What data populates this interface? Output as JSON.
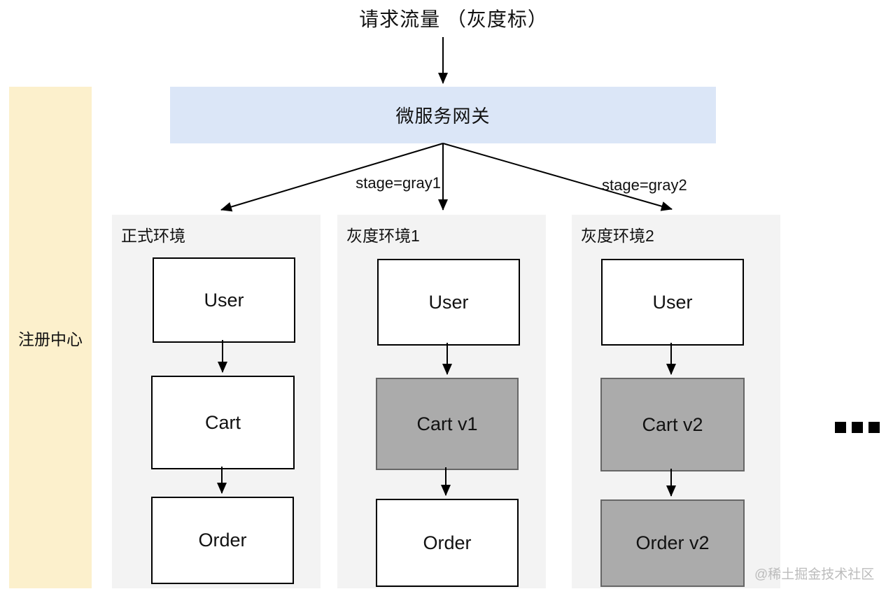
{
  "title": "请求流量 （灰度标）",
  "gateway": {
    "label": "微服务网关"
  },
  "registry": {
    "label": "注册中心"
  },
  "routes": {
    "gray1": "stage=gray1",
    "gray2": "stage=gray2"
  },
  "environments": [
    {
      "name": "正式环境",
      "services": [
        {
          "label": "User",
          "variant": "normal"
        },
        {
          "label": "Cart",
          "variant": "normal"
        },
        {
          "label": "Order",
          "variant": "normal"
        }
      ]
    },
    {
      "name": "灰度环境1",
      "services": [
        {
          "label": "User",
          "variant": "normal"
        },
        {
          "label": "Cart v1",
          "variant": "gray"
        },
        {
          "label": "Order",
          "variant": "normal"
        }
      ]
    },
    {
      "name": "灰度环境2",
      "services": [
        {
          "label": "User",
          "variant": "normal"
        },
        {
          "label": "Cart v2",
          "variant": "gray"
        },
        {
          "label": "Order v2",
          "variant": "gray"
        }
      ]
    }
  ],
  "more_indicator": "...",
  "watermark": "@稀土掘金技术社区",
  "colors": {
    "gateway_bg": "#dbe6f7",
    "registry_bg": "#fcf0cc",
    "panel_bg": "#f3f3f3",
    "gray_service_bg": "#ababab",
    "gray_service_border": "#666666",
    "arrow_color": "#000000",
    "watermark_color": "#bcbcbc"
  }
}
